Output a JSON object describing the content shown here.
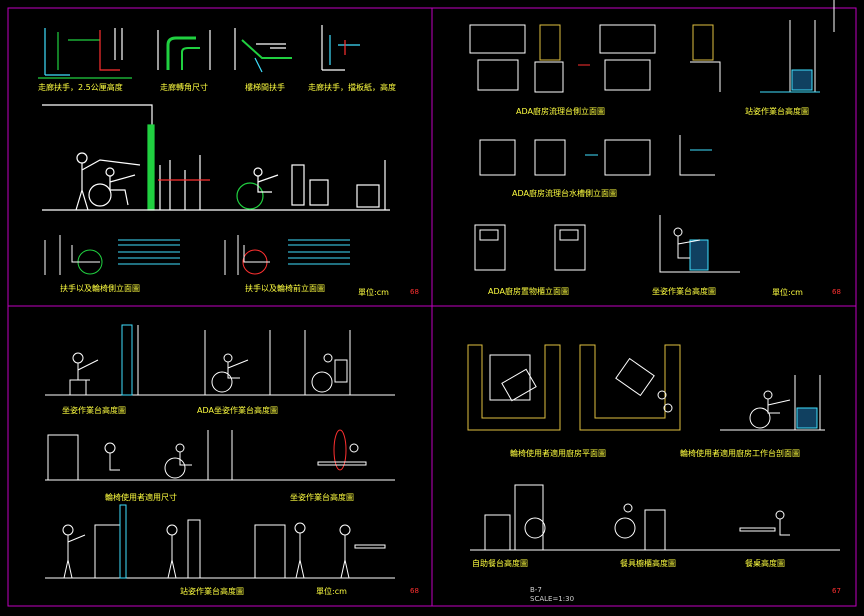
{
  "colors": {
    "background": "#000000",
    "frame": "#c000c0",
    "label": "#ffff40",
    "annotation_red": "#ff3030",
    "figure_white": "#ffffff",
    "wall_cyan": "#40e0ff",
    "handrail_green": "#20d040",
    "cabinet_yellow": "#e0c040"
  },
  "quadrants": {
    "top_left": {
      "labels": [
        "走廊扶手，2.5公厘高度",
        "走廊轉角尺寸",
        "樓梯間扶手",
        "走廊扶手，擋板紙，高度",
        "扶手以及輪椅側立面圖",
        "扶手以及輪椅前立面圖"
      ],
      "unit": "單位:cm",
      "page": "68"
    },
    "top_right": {
      "labels": [
        "ADA廚房流理台側立面圖",
        "站姿作業台高度圖",
        "ADA廚房流理台水槽側立面圖",
        "ADA廚房置物櫃立面圖",
        "坐姿作業台高度圖"
      ],
      "unit": "單位:cm",
      "page": "68"
    },
    "bottom_left": {
      "labels": [
        "坐姿作業台高度圖",
        "ADA坐姿作業台高度圖",
        "輪椅使用者適用尺寸",
        "坐姿作業台高度圖",
        "站姿作業台高度圖"
      ],
      "unit": "單位:cm",
      "page": "68"
    },
    "bottom_right": {
      "labels": [
        "輪椅使用者適用廚房平面圖",
        "輪椅使用者適用廚房工作台剖面圖",
        "自助餐台高度圖",
        "餐具櫥櫃高度圖",
        "餐桌高度圖"
      ],
      "sheet_no": "B-7",
      "scale": "SCALE=1:30",
      "page": "67"
    }
  }
}
